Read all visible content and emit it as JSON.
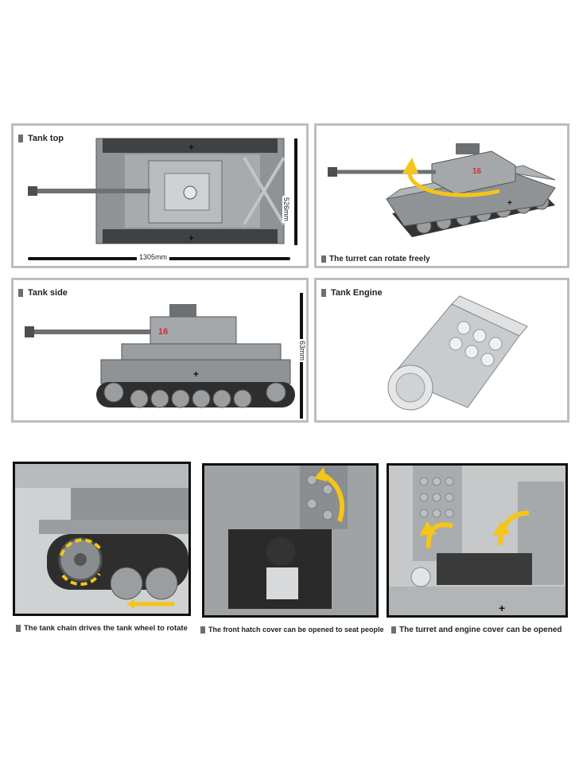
{
  "panels": {
    "top": {
      "label": "Tank top",
      "length_dim": "1305mm",
      "width_dim": "526mm"
    },
    "turret": {
      "caption": "The turret can rotate freely",
      "marking": "16"
    },
    "side": {
      "label": "Tank side",
      "height_dim": "63mm",
      "marking": "16"
    },
    "engine": {
      "label": "Tank Engine"
    }
  },
  "features": [
    {
      "caption": "The tank chain drives the tank wheel to rotate"
    },
    {
      "caption": "The front hatch cover can be opened to seat people"
    },
    {
      "caption": "The turret and engine cover can be opened"
    }
  ],
  "colors": {
    "panel_border": "#bdbdbd",
    "photo_border": "#111111",
    "arrow": "#f5c518",
    "tank_grey": "#8f9396",
    "tank_dark": "#3a3a3a",
    "bullet": "#6e6e6e"
  }
}
